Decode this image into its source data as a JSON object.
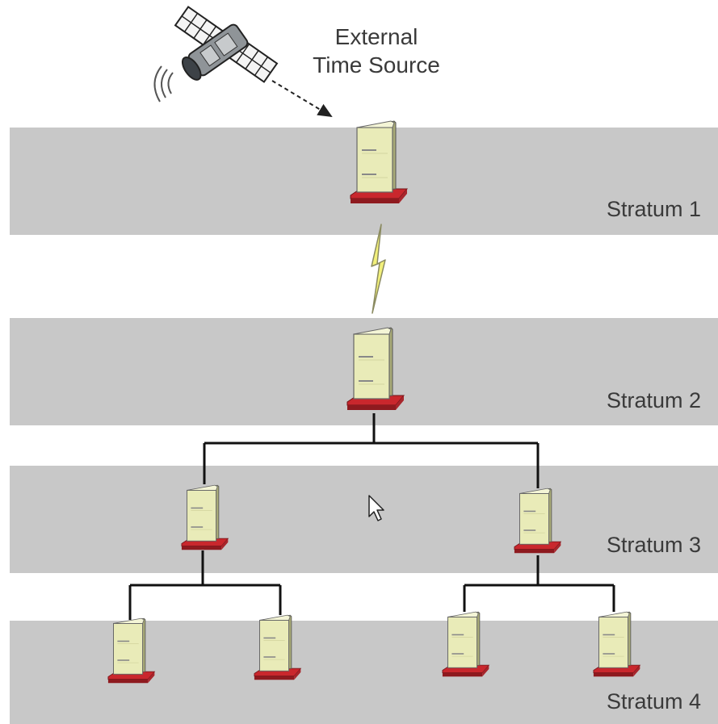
{
  "source": {
    "label_line1": "External",
    "label_line2": "Time Source",
    "icon": "satellite-icon"
  },
  "strata": [
    {
      "label": "Stratum 1",
      "servers": 1
    },
    {
      "label": "Stratum 2",
      "servers": 1
    },
    {
      "label": "Stratum 3",
      "servers": 2
    },
    {
      "label": "Stratum 4",
      "servers": 4
    }
  ],
  "links": {
    "source_to_stratum1": "dashed-arrow",
    "stratum1_to_stratum2": "lightning-bolt",
    "lower_strata": "tree-lines"
  },
  "colors": {
    "band": "#c8c8c8",
    "server_body": "#e9ebb8",
    "server_base": "#c9272d",
    "bolt": "#f2f07a"
  }
}
